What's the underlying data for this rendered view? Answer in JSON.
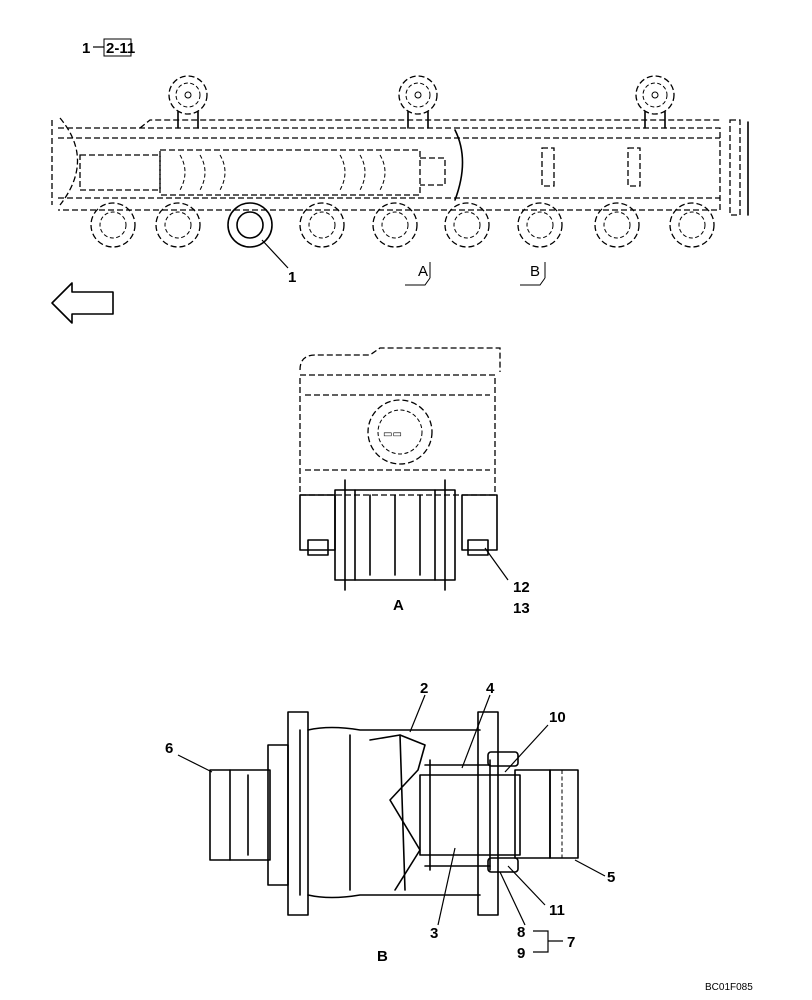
{
  "reference": {
    "item": "1",
    "page": "2-11"
  },
  "views": {
    "view_a": "A",
    "view_b": "B"
  },
  "section_marks": {
    "mark_a": "A",
    "mark_b": "B"
  },
  "callouts": {
    "c1": "1",
    "c2": "2",
    "c3": "3",
    "c4": "4",
    "c5": "5",
    "c6": "6",
    "c7": "7",
    "c8": "8",
    "c9": "9",
    "c10": "10",
    "c11": "11",
    "c12": "12",
    "c13": "13"
  },
  "figure_code": "BC01F085",
  "icons": {
    "direction_arrow": "left-arrow-icon"
  }
}
